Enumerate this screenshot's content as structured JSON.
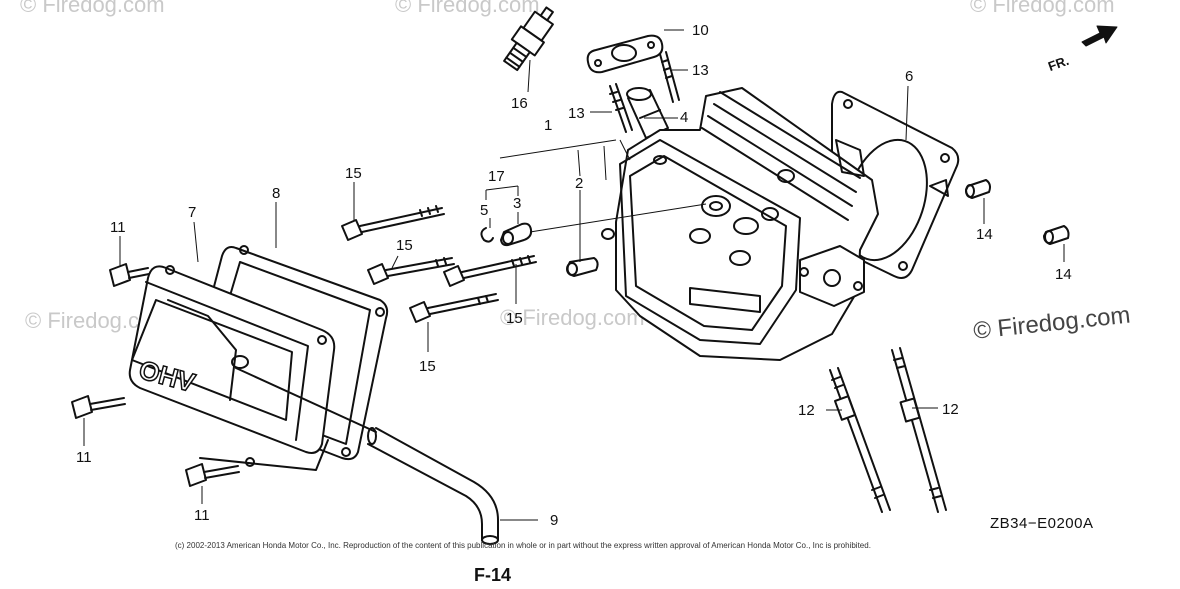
{
  "watermarks": {
    "small": "© Firedog.com",
    "large": "© Firedog.com"
  },
  "direction_label": "FR.",
  "diagram_code": "ZB34−E0200A",
  "figure_number": "F-14",
  "copyright_notice": "(c) 2002-2013 American Honda Motor Co., Inc. Reproduction of the content of this publication in whole or in part without the express written approval of American Honda Motor Co., Inc is prohibited.",
  "cover_lettering": "OHV",
  "callouts": {
    "c1": "1",
    "c2": "2",
    "c3": "3",
    "c4": "4",
    "c5": "5",
    "c6": "6",
    "c7": "7",
    "c8": "8",
    "c9": "9",
    "c10": "10",
    "c11a": "11",
    "c11b": "11",
    "c11c": "11",
    "c12a": "12",
    "c12b": "12",
    "c13a": "13",
    "c13b": "13",
    "c14a": "14",
    "c14b": "14",
    "c15a": "15",
    "c15b": "15",
    "c15c": "15",
    "c15d": "15",
    "c16": "16",
    "c17": "17"
  }
}
